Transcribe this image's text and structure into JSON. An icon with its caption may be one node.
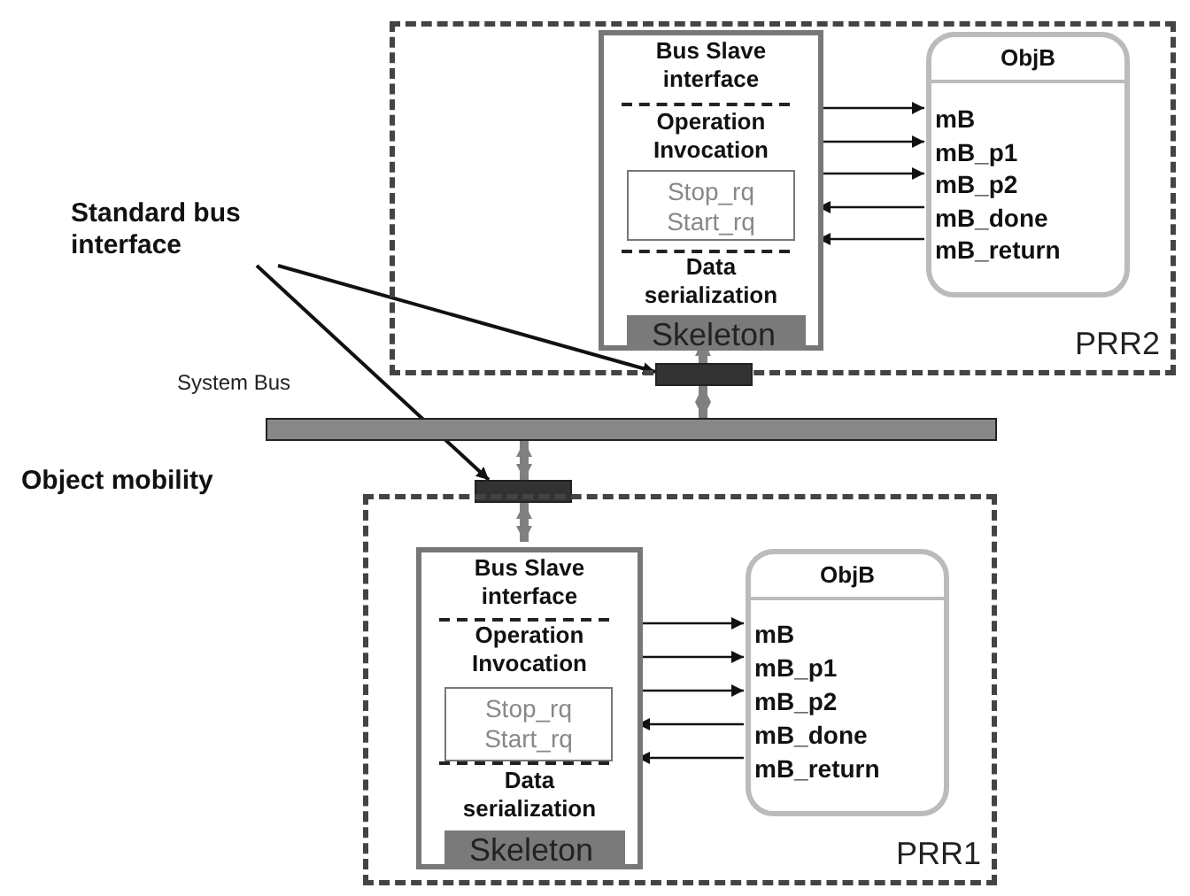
{
  "diagram": {
    "nodes": [
      {
        "text": [
          "PRR2"
        ]
      },
      {
        "text": [
          "Bus Slave interface",
          "Operation Invocation",
          "Data serialization"
        ],
        "in": 0
      },
      {
        "text": [
          "Stop_rq",
          "Start_rq"
        ],
        "in": 1
      },
      {
        "text": [
          "Skeleton"
        ],
        "in": 1
      },
      {
        "text": [
          "ObjB"
        ],
        "in": 0
      },
      {
        "text": [
          "mB"
        ],
        "in": 4
      },
      {
        "text": [
          "mB_p1"
        ],
        "in": 4
      },
      {
        "text": [
          "mB_p2"
        ],
        "in": 4
      },
      {
        "text": [
          "mB_done"
        ],
        "in": 4
      },
      {
        "text": [
          "mB_return"
        ],
        "in": 4
      },
      {
        "text": [
          "Standard bus interface"
        ]
      },
      {
        "text": [],
        "shape": "bar"
      },
      {
        "text": [],
        "shape": "bar",
        "beside": [
          "System Bus"
        ]
      },
      {
        "text": [],
        "shape": "bar"
      },
      {
        "text": [
          "PRR1"
        ]
      },
      {
        "text": [
          "Bus Slave interface",
          "Operation Invocation",
          "Data serialization"
        ],
        "in": 14
      },
      {
        "text": [
          "Stop_rq",
          "Start_rq"
        ],
        "in": 15
      },
      {
        "text": [
          "Skeleton"
        ],
        "in": 15
      },
      {
        "text": [
          "ObjB"
        ],
        "in": 14
      },
      {
        "text": [
          "mB"
        ],
        "in": 18
      },
      {
        "text": [
          "mB_p1"
        ],
        "in": 18
      },
      {
        "text": [
          "mB_p2"
        ],
        "in": 18
      },
      {
        "text": [
          "mB_done"
        ],
        "in": 18
      },
      {
        "text": [
          "mB_return"
        ],
        "in": 18
      }
    ],
    "edges": [
      {
        "from": 1,
        "to": 5,
        "arrow": "to"
      },
      {
        "from": 1,
        "to": 6,
        "arrow": "to"
      },
      {
        "from": 1,
        "to": 7,
        "arrow": "to"
      },
      {
        "from": 8,
        "to": 1,
        "arrow": "to"
      },
      {
        "from": 9,
        "to": 1,
        "arrow": "to"
      },
      {
        "from": 10,
        "to": 11,
        "arrow": "to"
      },
      {
        "from": 10,
        "to": 13,
        "arrow": "to"
      },
      {
        "from": 3,
        "to": 11,
        "arrow": "both",
        "style": "thick",
        "color": "#808080"
      },
      {
        "from": 11,
        "to": 12,
        "arrow": "both",
        "style": "thick",
        "color": "#808080"
      },
      {
        "from": 12,
        "to": 13,
        "arrow": "both",
        "style": "thick",
        "color": "#808080"
      },
      {
        "from": 13,
        "to": 15,
        "arrow": "both",
        "style": "thick",
        "color": "#808080"
      },
      {
        "from": 15,
        "to": 19,
        "arrow": "to"
      },
      {
        "from": 15,
        "to": 20,
        "arrow": "to"
      },
      {
        "from": 15,
        "to": 21,
        "arrow": "to"
      },
      {
        "from": 22,
        "to": 15,
        "arrow": "to"
      },
      {
        "from": 23,
        "to": 15,
        "arrow": "to"
      }
    ],
    "labels": [
      "Object mobility"
    ]
  }
}
